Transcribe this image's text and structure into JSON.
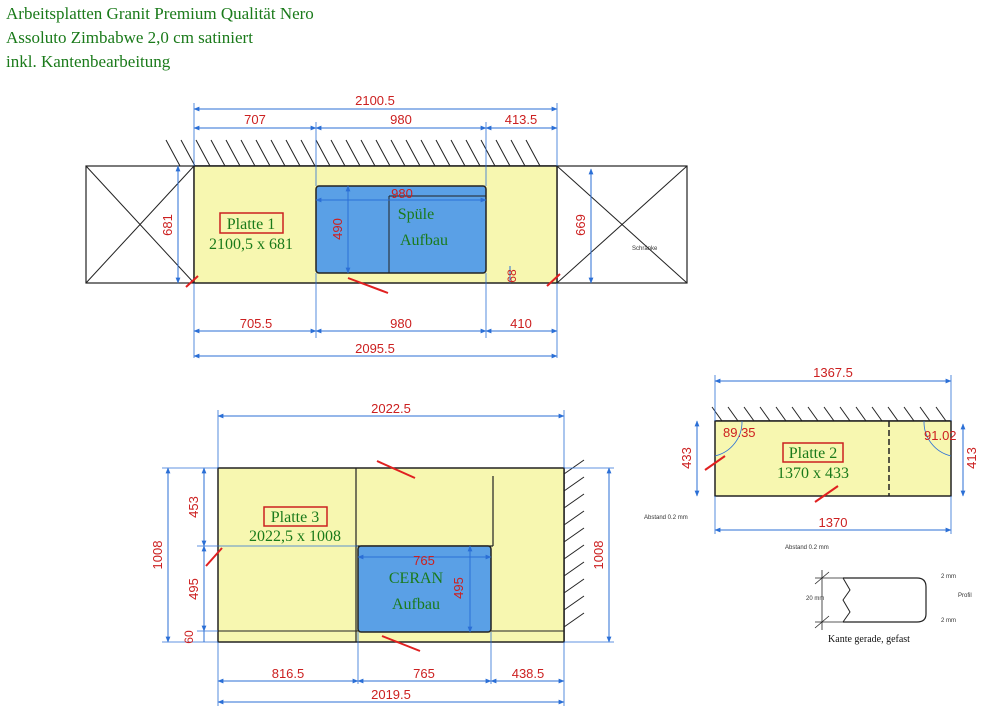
{
  "header": {
    "line1": "Arbeitsplatten Granit Premium Qualität Nero",
    "line2": "Assoluto Zimbabwe 2,0 cm satiniert",
    "line3": "inkl. Kantenbearbeitung"
  },
  "platte1": {
    "name": "Platte 1",
    "size": "2100,5 x 681",
    "top_total": "2100.5",
    "top_segments": [
      "707",
      "980",
      "413.5"
    ],
    "bottom_segments": [
      "705.5",
      "980",
      "410"
    ],
    "bottom_total": "2095.5",
    "left_depth": "681",
    "right_depth": "669",
    "cutout_width": "980",
    "cutout_depth": "490",
    "cutout_offset": "68",
    "cutout_label_line1": "Spüle",
    "cutout_label_line2": "Aufbau",
    "appliance_label": "Schränke"
  },
  "platte2": {
    "name": "Platte 2",
    "size": "1370 x 433",
    "top_total": "1367.5",
    "bottom_total": "1370",
    "left_depth": "433",
    "right_depth": "413",
    "angle_left": "89.35",
    "angle_right": "91.02",
    "note_left": "Abstand 0.2 mm",
    "note_bottom": "Abstand 0.2 mm"
  },
  "platte3": {
    "name": "Platte 3",
    "size": "2022,5 x 1008",
    "top_total": "2022.5",
    "left_total": "1008",
    "right_total": "1008",
    "left_segments": [
      "453",
      "495",
      "60"
    ],
    "bottom_segments": [
      "816.5",
      "765",
      "438.5"
    ],
    "bottom_total": "2019.5",
    "cutout_width": "765",
    "cutout_depth": "495",
    "cutout_label_line1": "CERAN",
    "cutout_label_line2": "Aufbau"
  },
  "profile": {
    "thickness": "20 mm",
    "top_note": "2 mm",
    "bottom_note": "2 mm",
    "side_note": "Profil",
    "caption": "Kante gerade, gefast"
  },
  "colors": {
    "slab": "#f7f7b0",
    "cutout": "#5aa0e6",
    "dimension_line": "#2b6fd6",
    "dimension_text": "#cc2020",
    "label_text": "#1a7a1a"
  }
}
